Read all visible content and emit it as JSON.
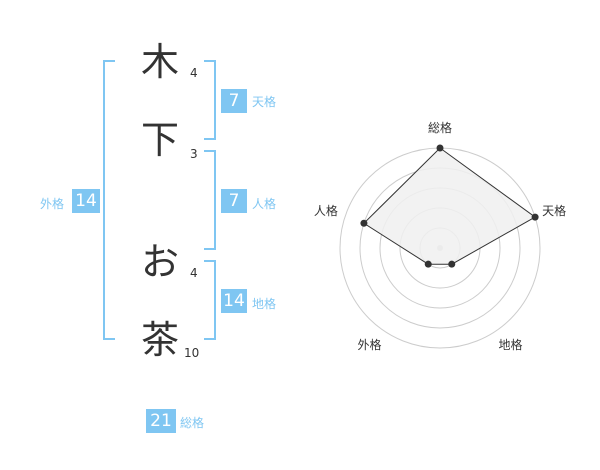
{
  "name": {
    "chars": [
      {
        "char": "木",
        "strokes": "4"
      },
      {
        "char": "下",
        "strokes": "3"
      },
      {
        "char": "お",
        "strokes": "4"
      },
      {
        "char": "茶",
        "strokes": "10"
      }
    ]
  },
  "kakusu": {
    "tenkaku": {
      "label": "天格",
      "value": "7"
    },
    "jinkaku": {
      "label": "人格",
      "value": "7"
    },
    "chikaku": {
      "label": "地格",
      "value": "14"
    },
    "gaikaku": {
      "label": "外格",
      "value": "14"
    },
    "soukaku": {
      "label": "総格",
      "value": "21"
    }
  },
  "colors": {
    "accent": "#7fc6f2",
    "text": "#333333",
    "ring": "#cccccc",
    "fill": "#f0f0f0",
    "line": "#333333"
  },
  "chart_data": {
    "type": "radar",
    "axes": [
      "総格",
      "天格",
      "地格",
      "外格",
      "人格"
    ],
    "values": [
      5,
      5,
      1,
      1,
      4
    ],
    "max": 5,
    "rings": 5,
    "grid": true
  }
}
